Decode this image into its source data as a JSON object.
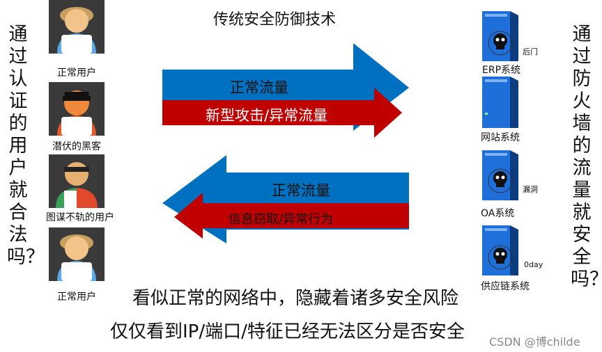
{
  "title": "传统安全防御技术",
  "left_question": "通过认证的用户就合法吗？",
  "right_question": "通过防火墙的流量就安全吗？",
  "users": [
    {
      "label": "正常用户",
      "type": "normal"
    },
    {
      "label": "潜伏的黑客",
      "type": "hacker"
    },
    {
      "label": "图谋不轨的用户",
      "type": "insider"
    },
    {
      "label": "正常用户",
      "type": "normal"
    }
  ],
  "servers": [
    {
      "label": "ERP系统",
      "tag": "后门",
      "skull": true
    },
    {
      "label": "网站系统",
      "tag": "",
      "skull": false
    },
    {
      "label": "OA系统",
      "tag": "漏洞",
      "skull": true
    },
    {
      "label": "供应链系统",
      "tag": "0day",
      "skull": true
    }
  ],
  "arrows": {
    "top_blue": "正常流量",
    "top_red": "新型攻击/异常流量",
    "bottom_blue": "正常流量",
    "bottom_red": "信息窃取/异常行为"
  },
  "bottom_lines": [
    "看似正常的网络中，隐藏着诸多安全风险",
    "仅仅看到IP/端口/特征已经无法区分是否安全"
  ],
  "watermark": "CSDN @博childe",
  "colors": {
    "blue": "#0070C0",
    "red": "#C00000",
    "server_blue": "#1E6FD9",
    "person_skin": "#F2C48A"
  }
}
